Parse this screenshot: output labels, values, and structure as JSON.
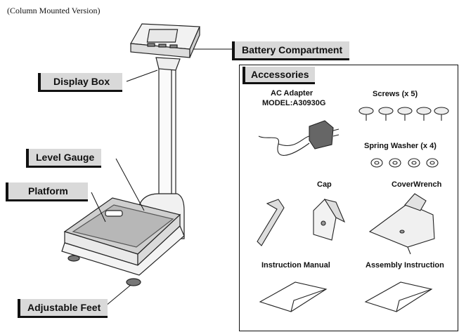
{
  "caption": "(Column Mounted Version)",
  "callouts": {
    "battery": "Battery Compartment",
    "display_box": "Display Box",
    "level_gauge": "Level Gauge",
    "platform": "Platform",
    "feet": "Adjustable Feet"
  },
  "accessories": {
    "title": "Accessories",
    "ac_adapter": "AC Adapter",
    "model": "MODEL:A30930G",
    "screws": "Screws (x 5)",
    "spring_washer": "Spring Washer (x 4)",
    "cap": "Cap",
    "cover_wrench": "CoverWrench",
    "instruction_manual": "Instruction Manual",
    "assembly_instruction": "Assembly Instruction"
  }
}
